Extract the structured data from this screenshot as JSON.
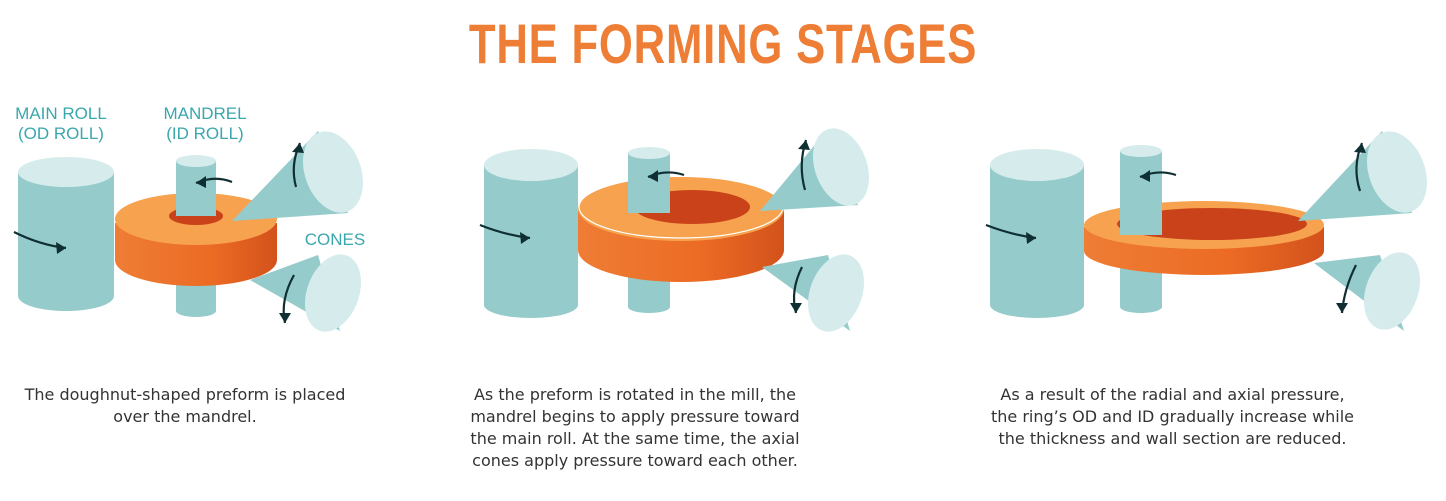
{
  "title": "THE FORMING STAGES",
  "labels": {
    "main_roll_line1": "MAIN ROLL",
    "main_roll_line2": "(OD ROLL)",
    "mandrel_line1": "MANDREL",
    "mandrel_line2": "(ID ROLL)",
    "cones": "CONES"
  },
  "stages": [
    {
      "caption": "The doughnut-shaped preform is placed over the mandrel."
    },
    {
      "caption": "As the preform is rotated in the mill, the mandrel begins to apply pressure toward the main roll. At the same time, the axial cones apply pressure toward each other."
    },
    {
      "caption": "As a result of the radial and axial pressure, the ring’s OD and ID gradually increase while the thickness and wall section are reduced."
    }
  ],
  "colors": {
    "accent": "#ee7d35",
    "label": "#3aa7ad",
    "roll": "#96cbcc",
    "roll_top": "#d6ecec",
    "ring_top": "#f6a24e",
    "ring_side": "#ec6b24",
    "arrow": "#0f2f33",
    "text": "#333333"
  }
}
